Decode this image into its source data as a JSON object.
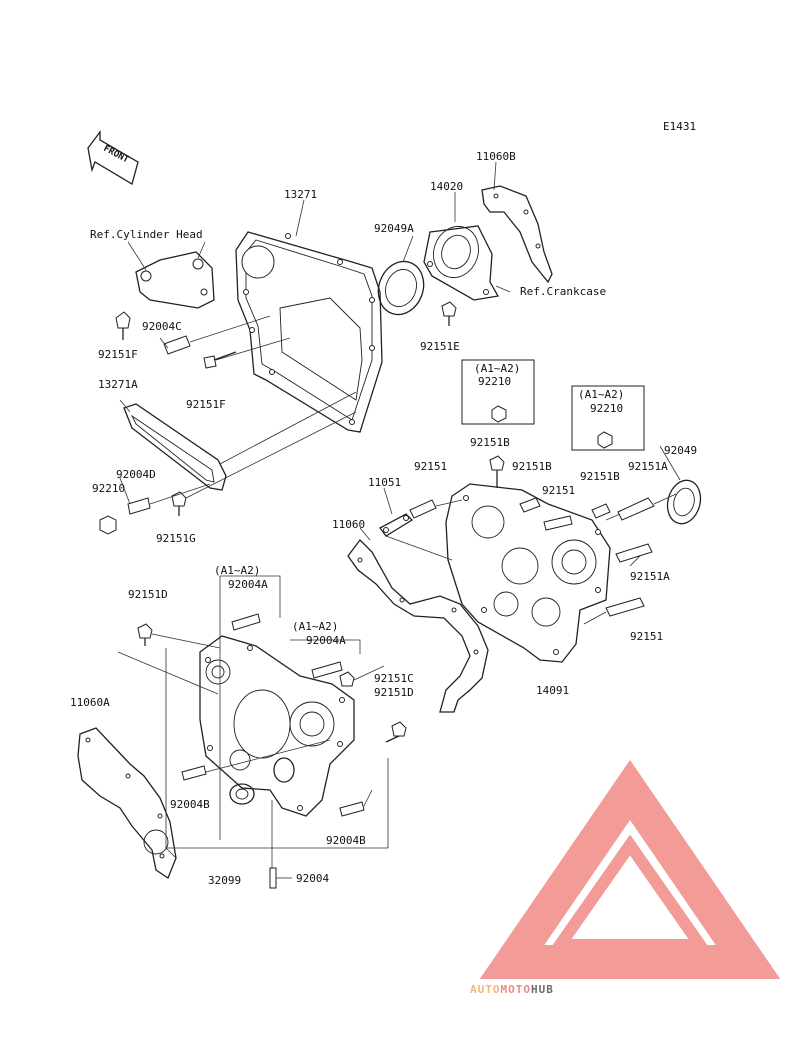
{
  "diagram_code": "E1431",
  "front_label": "FRONT",
  "watermark": {
    "auto": "AUTO",
    "moto": "MOTO",
    "hub": "HUB",
    "color_orange": "#f5b67a",
    "color_red": "#f08a86",
    "color_gray": "#6b6b6b"
  },
  "refs": {
    "cylinder_head": "Ref.Cylinder Head",
    "crankcase": "Ref.Crankcase"
  },
  "labels": {
    "p11060B": "11060B",
    "p14020": "14020",
    "p13271": "13271",
    "p92049A": "92049A",
    "p92004C": "92004C",
    "p92151F_a": "92151F",
    "p92151E": "92151E",
    "p13271A": "13271A",
    "p92151F_b": "92151F",
    "p92004D": "92004D",
    "p92210_a": "92210",
    "p92151G": "92151G",
    "p92210_b": "92210",
    "p92210_c": "92210",
    "p92151B_a": "92151B",
    "p92049": "92049",
    "p92151_a": "92151",
    "p92151B_b": "92151B",
    "p92151A_a": "92151A",
    "p11051": "11051",
    "p92151_b": "92151",
    "p92151B_c": "92151B",
    "p11060": "11060",
    "p92151A_b": "92151A",
    "p92151D_a": "92151D",
    "p92004A_a": "92004A",
    "p92004A_b": "92004A",
    "p92151_c": "92151",
    "p92151C": "92151C",
    "p92151D_b": "92151D",
    "p14091": "14091",
    "p11060A": "11060A",
    "p92004B_a": "92004B",
    "p92004B_b": "92004B",
    "p32099": "32099",
    "p92004": "92004"
  },
  "applicability": {
    "a1": "(A1~A2)",
    "a2": "(A1~A2)",
    "a3": "(A1~A2)",
    "a4": "(A1~A2)"
  }
}
